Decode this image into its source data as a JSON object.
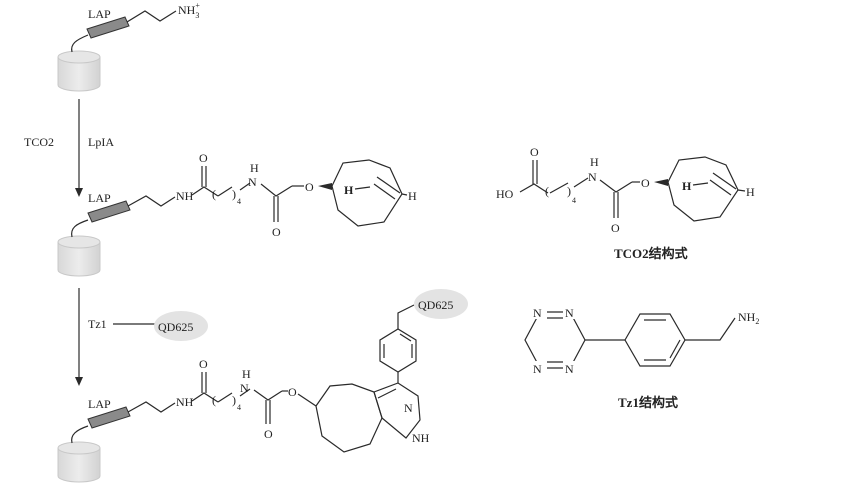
{
  "labels": {
    "lap": "LAP",
    "nh3": "NH",
    "nh3_sub": "3",
    "nh3_sup": "+",
    "tco2": "TCO2",
    "lpla": "LpIA",
    "nh": "NH",
    "n": "N",
    "h": "H",
    "o": "O",
    "ho": "HO",
    "sub4": "4",
    "tz1": "Tz1",
    "qd": "QD625",
    "nh_ring": "NH",
    "nh2": "NH",
    "nh2_sub": "2"
  },
  "captions": {
    "tco2_structure": "TCO2结构式",
    "tz1_structure": "Tz1结构式"
  }
}
